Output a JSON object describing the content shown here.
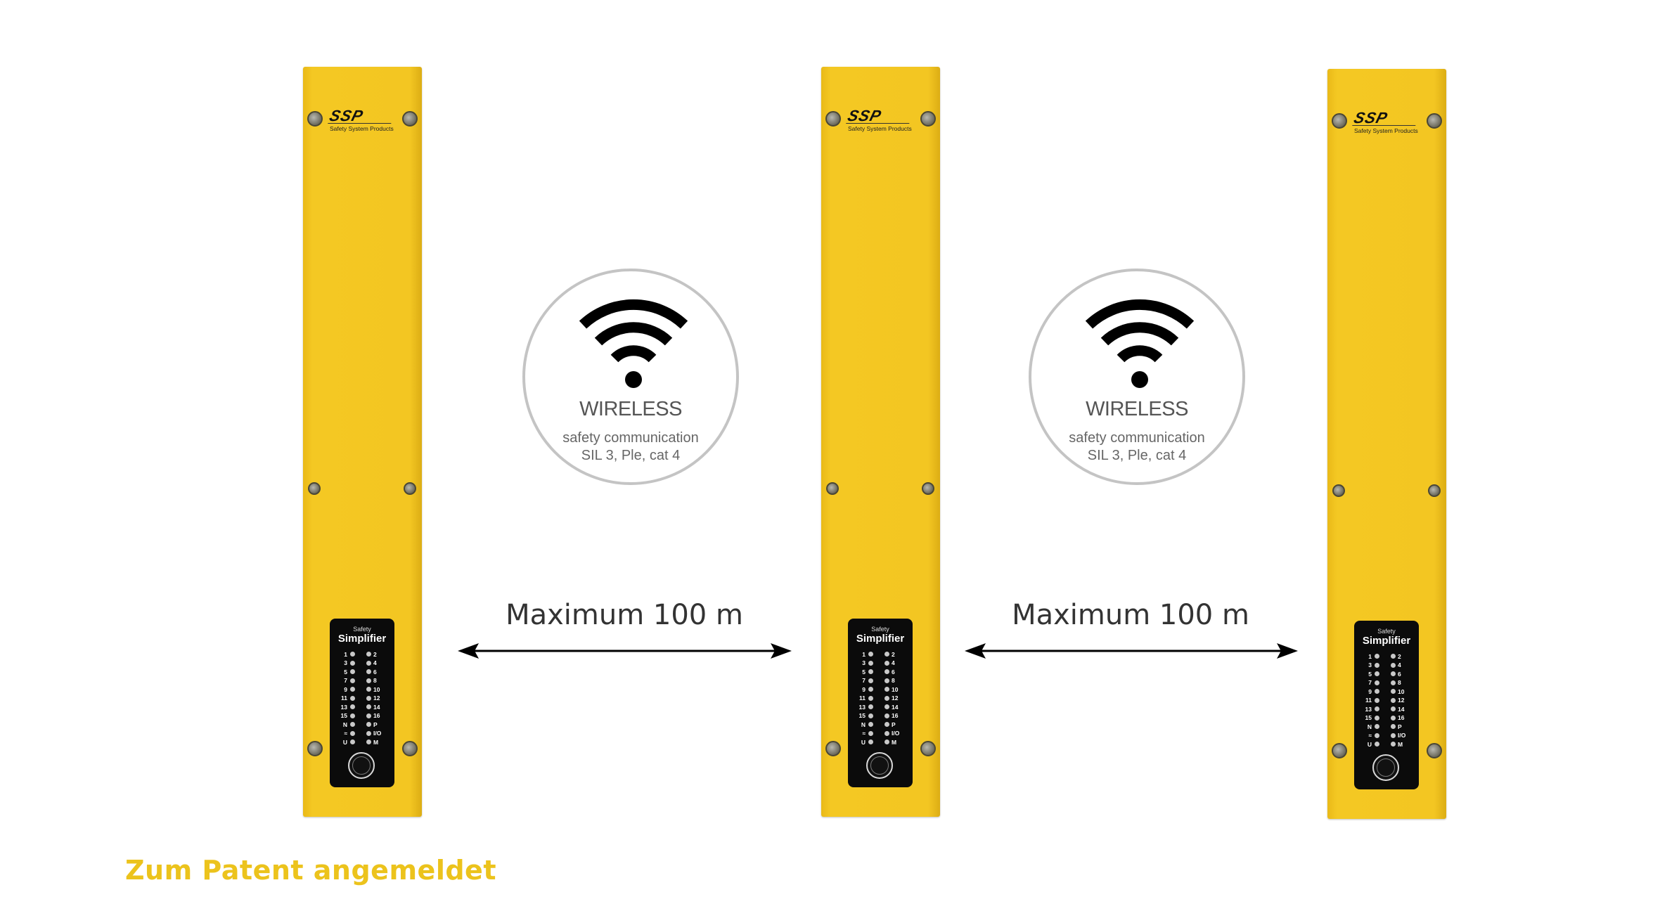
{
  "device": {
    "logo": "SSP",
    "logo_sub": "Safety System Products",
    "display_safety": "Safety",
    "display_title": "Simplifier",
    "leds_left": [
      "1",
      "3",
      "5",
      "7",
      "9",
      "11",
      "13",
      "15",
      "N",
      "wifi",
      "U"
    ],
    "leds_right": [
      "2",
      "4",
      "6",
      "8",
      "10",
      "12",
      "14",
      "16",
      "P",
      "I/O",
      "M"
    ]
  },
  "badge": {
    "title": "WIRELESS",
    "line1": "safety communication",
    "line2": "SIL 3, Ple, cat 4",
    "icon": "wifi-icon"
  },
  "distance_label": "Maximum 100 m",
  "footer": "Zum Patent angemeldet",
  "colors": {
    "panel": "#f3c622",
    "footer": "#ecc31c",
    "circle_border": "#c4c4c4"
  }
}
